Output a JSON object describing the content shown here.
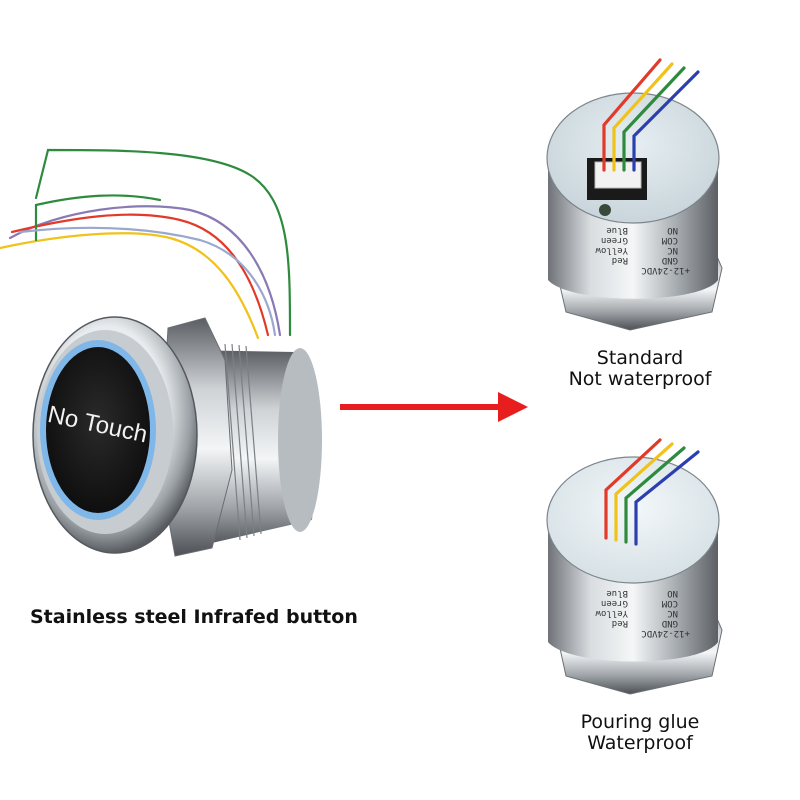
{
  "main_button": {
    "face_label": "No Touch",
    "caption": "Stainless steel Infrafed button"
  },
  "variants": [
    {
      "name_line1": "Standard",
      "name_line2": "Not waterproof",
      "back_labels": [
        "Blue",
        "Green",
        "NO",
        "COM",
        "NC",
        "Yellow",
        "GND",
        "+12-24VDC",
        "Red"
      ]
    },
    {
      "name_line1": "Pouring glue",
      "name_line2": "Waterproof",
      "back_labels": [
        "Blue",
        "Green",
        "NO",
        "COM",
        "NC",
        "Yellow",
        "GND",
        "+12-24VDC",
        "Red"
      ]
    }
  ],
  "colors": {
    "arrow": "#e81e1e",
    "wire_red": "#e23a2a",
    "wire_yellow": "#f0c21a",
    "wire_green": "#2e8b3e",
    "wire_blue": "#2b3fae",
    "led_ring": "#7fb7e8"
  }
}
